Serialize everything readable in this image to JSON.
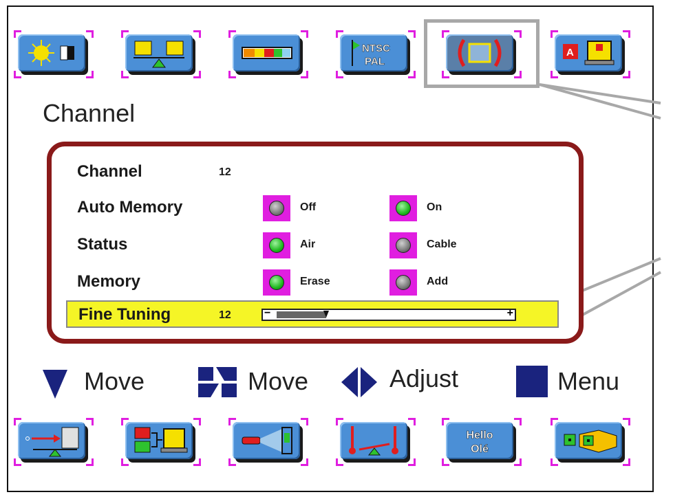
{
  "page_title": "Channel",
  "top_toolbar": [
    {
      "icon": "picture-icon"
    },
    {
      "icon": "balance-icon"
    },
    {
      "icon": "color-bar-icon"
    },
    {
      "icon": "ntsc-pal-icon",
      "text_top": "NTSC",
      "text_bottom": "PAL"
    },
    {
      "icon": "channel-frame-icon",
      "selected": true
    },
    {
      "icon": "closed-caption-icon"
    }
  ],
  "panel": {
    "channel": {
      "label": "Channel",
      "value": "12"
    },
    "auto_memory": {
      "label": "Auto Memory",
      "options": [
        {
          "label": "Off",
          "active": false
        },
        {
          "label": "On",
          "active": true
        }
      ]
    },
    "status": {
      "label": "Status",
      "options": [
        {
          "label": "Air",
          "active": true
        },
        {
          "label": "Cable",
          "active": false
        }
      ]
    },
    "memory": {
      "label": "Memory",
      "options": [
        {
          "label": "Erase",
          "active": true
        },
        {
          "label": "Add",
          "active": false
        }
      ]
    },
    "fine_tuning": {
      "label": "Fine Tuning",
      "value": "12",
      "level": 0.22,
      "minus": "−",
      "plus": "+"
    }
  },
  "nav_hints": {
    "move_down": "Move",
    "move_select": "Move",
    "adjust": "Adjust",
    "menu": "Menu"
  },
  "bottom_toolbar": [
    {
      "icon": "scale-arrow-icon"
    },
    {
      "icon": "input-source-icon"
    },
    {
      "icon": "projector-icon"
    },
    {
      "icon": "temperature-balance-icon"
    },
    {
      "icon": "language-icon",
      "text_top": "Hello",
      "text_bottom": "Olé"
    },
    {
      "icon": "wrench-icon"
    }
  ],
  "colors": {
    "panel_border": "#8a1a1a",
    "highlight": "#f5f526",
    "button": "#4b8fd6",
    "option_box": "#e01ee0"
  }
}
